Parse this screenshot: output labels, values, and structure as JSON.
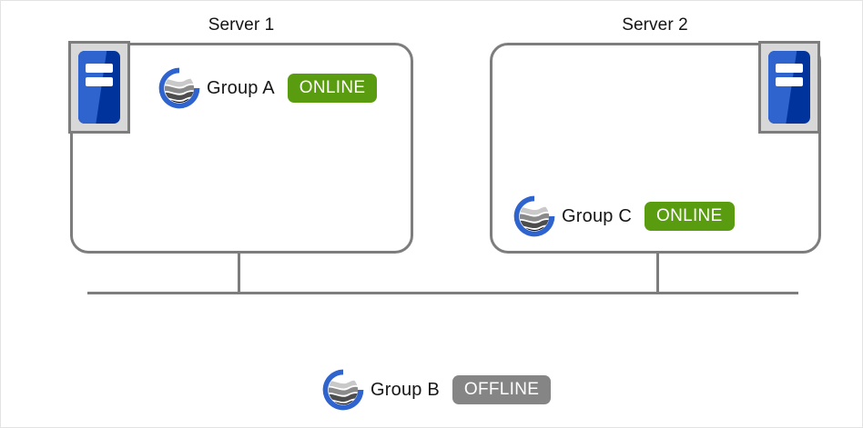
{
  "diagram": {
    "title_server_1": "Server 1",
    "title_server_2": "Server 2",
    "servers": [
      {
        "id": "server-1",
        "title": "Server 1",
        "icon": "server-chassis-icon",
        "icon_position": "top-left"
      },
      {
        "id": "server-2",
        "title": "Server 2",
        "icon": "server-chassis-icon",
        "icon_position": "top-right"
      }
    ],
    "groups": [
      {
        "id": "group-a",
        "label": "Group A",
        "status": "ONLINE",
        "status_color": "#5a9c10",
        "icon": "cluster-group-icon",
        "parent": "server-1"
      },
      {
        "id": "group-c",
        "label": "Group  C",
        "status": "ONLINE",
        "status_color": "#5a9c10",
        "icon": "cluster-group-icon",
        "parent": "server-2"
      },
      {
        "id": "group-b",
        "label": "Group  B",
        "status": "OFFLINE",
        "status_color": "#858585",
        "icon": "cluster-group-icon",
        "parent": "none"
      }
    ],
    "colors": {
      "online": "#5a9c10",
      "offline": "#858585",
      "box_border": "#7d7d7d",
      "connector": "#7d7d7d",
      "server_icon_body": "#00339c",
      "server_icon_highlight": "#2f63cd",
      "server_icon_frame": "#d8d8d8",
      "logo_ring": "#2f63cd",
      "page_border": "#e3e3e3",
      "background": "#ffffff"
    },
    "connectors": {
      "bus_label": "shared-bus",
      "drops": 2
    }
  }
}
